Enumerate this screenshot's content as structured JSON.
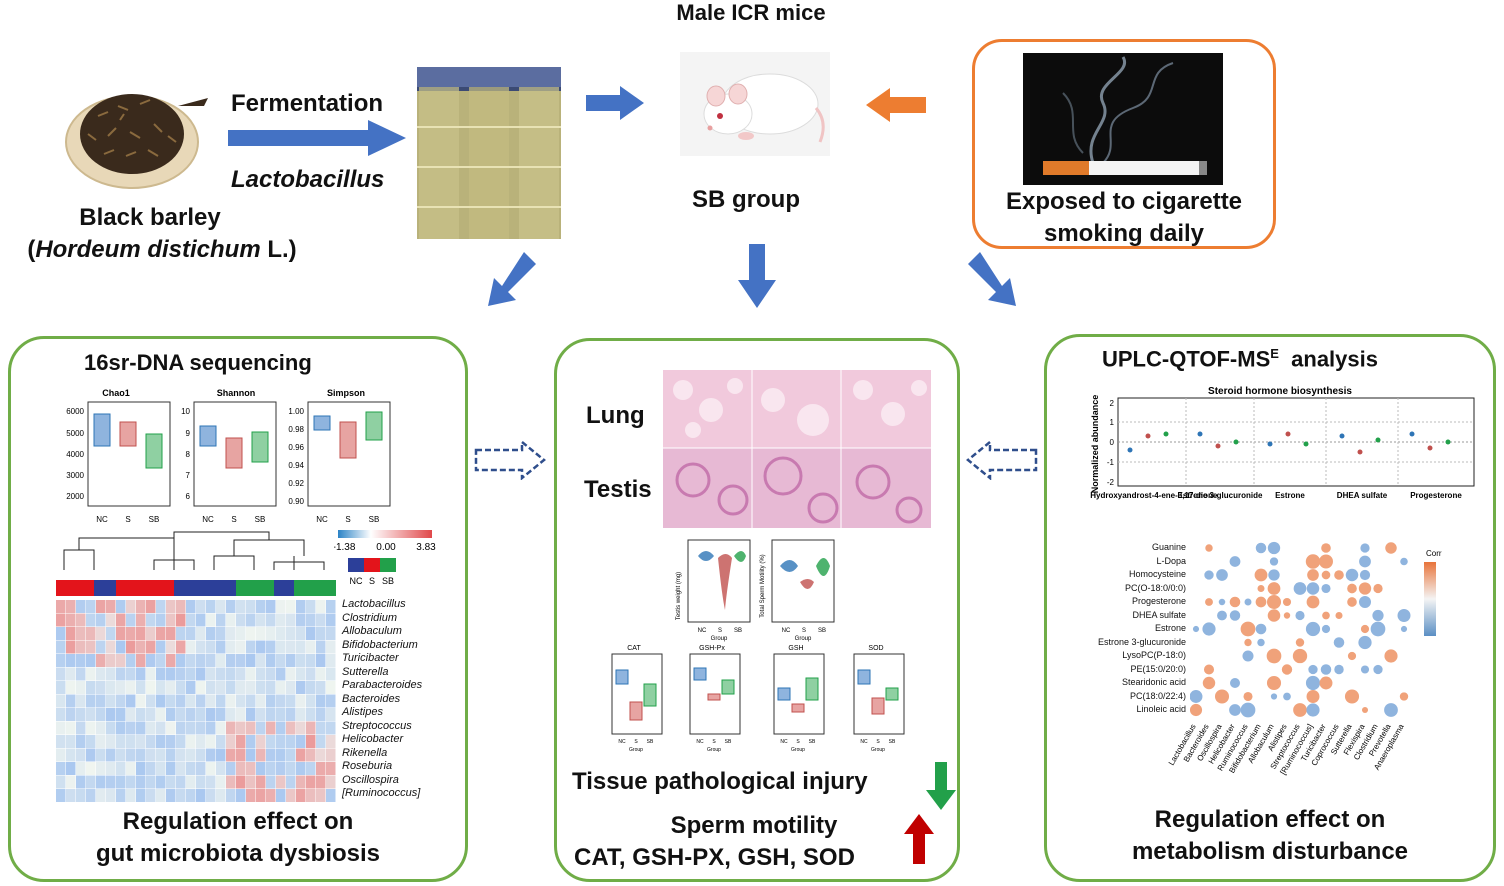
{
  "top": {
    "title": "Male ICR mice",
    "barley_line1": "Black barley",
    "barley_line2_prefix": "(",
    "barley_line2_italic": "Hordeum distichum",
    "barley_line2_suffix": " L.)",
    "fermentation": "Fermentation",
    "lactobacillus": "Lactobacillus",
    "sb_group": "SB group",
    "smoke_line1": "Exposed to cigarette",
    "smoke_line2": "smoking daily"
  },
  "left_panel": {
    "title": "16sr-DNA sequencing",
    "alpha": [
      {
        "name": "Chao1",
        "ticks": [
          "6000",
          "5000",
          "4000",
          "3000",
          "2000"
        ]
      },
      {
        "name": "Shannon",
        "ticks": [
          "10",
          "9",
          "8",
          "7",
          "6"
        ]
      },
      {
        "name": "Simpson",
        "ticks": [
          "1.00",
          "0.98",
          "0.96",
          "0.94",
          "0.92",
          "0.90"
        ]
      }
    ],
    "groups": [
      "NC",
      "S",
      "SB"
    ],
    "scale": [
      "-1.38",
      "0.00",
      "3.83"
    ],
    "genera": [
      "Lactobacillus",
      "Clostridium",
      "Allobaculum",
      "Bifidobacterium",
      "Turicibacter",
      "Sutterella",
      "Parabacteroides",
      "Bacteroides",
      "Alistipes",
      "Streptococcus",
      "Helicobacter",
      "Rikenella",
      "Roseburia",
      "Oscillospira",
      "[Ruminococcus]"
    ],
    "footer_line1": "Regulation effect on",
    "footer_line2": "gut microbiota dysbiosis"
  },
  "center_panel": {
    "lung": "Lung",
    "testis": "Testis",
    "charts_top": [
      {
        "ylabel": "Testis weight (mg)"
      },
      {
        "ylabel": "Total Sperm Motility (%)"
      }
    ],
    "charts_bottom": [
      {
        "title": "CAT"
      },
      {
        "title": "GSH-Px"
      },
      {
        "title": "GSH"
      },
      {
        "title": "SOD"
      }
    ],
    "group_label": "Group",
    "injury": "Tissue pathological injury",
    "sperm": "Sperm motility",
    "enzymes": "CAT, GSH-PX, GSH, SOD"
  },
  "right_panel": {
    "title_main": "UPLC-QTOF-MS",
    "title_sup": "E",
    "title_tail": "  analysis",
    "chart_title": "Steroid hormone biosynthesis",
    "ylabel": "Normalized abundance",
    "yticks": [
      "2",
      "1",
      "0",
      "-1",
      "-2"
    ],
    "xcats": [
      "19-Hydroxyandrost-4-ene-3,17-dione",
      "Estrone 3-glucuronide",
      "Estrone",
      "DHEA sulfate",
      "Progesterone"
    ],
    "metabolites": [
      "Guanine",
      "L-Dopa",
      "Homocysteine",
      "PC(O-18:0/0:0)",
      "Progesterone",
      "DHEA sulfate",
      "Estrone",
      "Estrone 3-glucuronide",
      "LysoPC(P-18:0)",
      "PE(15:0/20:0)",
      "Stearidonic acid",
      "PC(18:0/22:4)",
      "Linoleic acid"
    ],
    "bacteria": [
      "Lactobacillus",
      "Bacteroides",
      "Oscillospira",
      "Helicobacter",
      "Ruminococcus",
      "Bifidobacterium",
      "Allobaculum",
      "Alistipes",
      "Streptococcus",
      "[Ruminococcus]",
      "Turicibacter",
      "Coprococcus",
      "Sutterella",
      "Flexispira",
      "Clostridium",
      "Prevotella",
      "Anaeroplasma"
    ],
    "corr_label": "Corr",
    "footer_line1": "Regulation effect on",
    "footer_line2": "metabolism disturbance"
  },
  "colors": {
    "panel_border": "#70ad47",
    "arrow_blue": "#4472c4",
    "arrow_orange": "#ed7d31",
    "smoke_border": "#ed7d31",
    "nc": "#2e75b6",
    "s": "#c0504d",
    "sb": "#22a04a"
  }
}
